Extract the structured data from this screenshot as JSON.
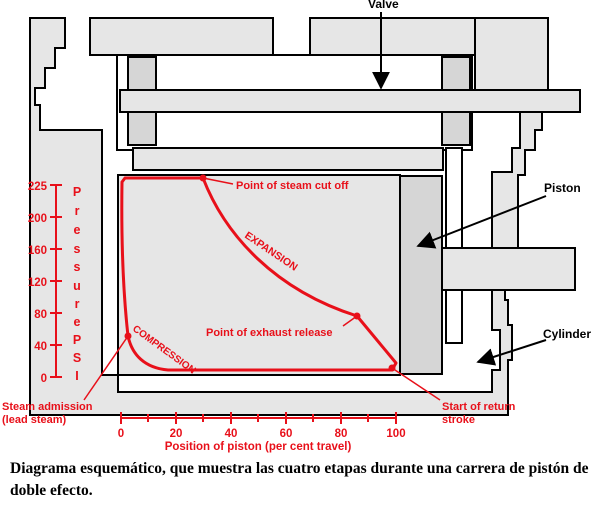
{
  "labels": {
    "valve": "Valve",
    "piston": "Piston",
    "cylinder": "Cylinder",
    "cut_off": "Point of steam cut off",
    "expansion": "EXPANSION",
    "exhaust": "Point of exhaust release",
    "compression": "COMPRESSION",
    "admission_line1": "Steam admission",
    "admission_line2": "(lead steam)",
    "return_line1": "Start of return",
    "return_line2": "stroke"
  },
  "y_axis": {
    "title_letters": [
      "P",
      "r",
      "e",
      "s",
      "s",
      "u",
      "r",
      "e",
      "P",
      "S",
      "I"
    ],
    "ticks": [
      "225",
      "200",
      "160",
      "120",
      "80",
      "40",
      "0"
    ]
  },
  "x_axis": {
    "title": "Position of piston (per cent travel)",
    "ticks": [
      "0",
      "20",
      "40",
      "60",
      "80",
      "100"
    ]
  },
  "caption": "Diagrama esquemático, que muestra las cuatro etapas durante una carrera de pistón de doble efecto.",
  "colors": {
    "diagram_red": "#e8101a",
    "structure_fill": "#e6e6e6",
    "piston_fill": "#d6d6d6",
    "outline": "#000000"
  }
}
